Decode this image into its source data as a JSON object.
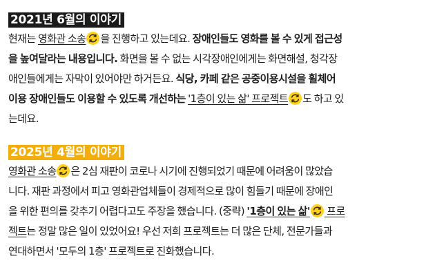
{
  "section1": {
    "heading": "2021년 6월의 이야기",
    "heading_bg": "#1b1b1b",
    "line1": {
      "a": "현재는 ",
      "link": "영화관 소송",
      "icon": "yellow-refresh-emoji-icon",
      "b": "을 진행하고 있는데요. ",
      "bold": "장애인들도 영화를 볼 수 있게 접근성"
    },
    "line2": {
      "bold": "을 높여달라는 내용입니다.",
      "b": " 화면을 볼 수 없는 시각장애인에게는 화면해설, 청각장"
    },
    "line3": {
      "a": "애인들에게는 자막이 있어야만 하거든요. ",
      "bold": "식당, 카페 같은 공중이용시설을 휠체어"
    },
    "line4": {
      "bold": "이용 장애인들도 이용할 수 있도록 개선하는",
      "a": " ",
      "link": "'1층이 있는 삶' 프로젝트",
      "icon": "yellow-refresh-emoji-icon",
      "b": "도 하고 있"
    },
    "line5": {
      "a": "는데요."
    }
  },
  "section2": {
    "heading": "2025년 4월의 이야기",
    "heading_bg": "#f4ae0b",
    "line1": {
      "link": "영화관 소송",
      "icon": "yellow-refresh-emoji-icon",
      "a": "은 2심 재판이 코로나 시기에 진행되었기 때문에 어려움이 많았습"
    },
    "line2": {
      "a": "니다. 재판 과정에서 피고 영화관업체들이 경제적으로 많이 힘들기 때문에 장애인"
    },
    "line3": {
      "a": "을 위한 편의를 갖추기 어렵다고도 주장을 했습니다. (중략) ",
      "link_bold": "'1층이 있는 삶'",
      "icon": "yellow-refresh-emoji-icon",
      "link": " 프로"
    },
    "line4": {
      "link": "젝트",
      "a": "는 정말 많은 일이 있었어요! 우선 저희 프로젝트는 더 많은 단체, 전문가들과"
    },
    "line5": {
      "a": "연대하면서 '모두의 1층' 프로젝트로 진화했습니다."
    }
  }
}
